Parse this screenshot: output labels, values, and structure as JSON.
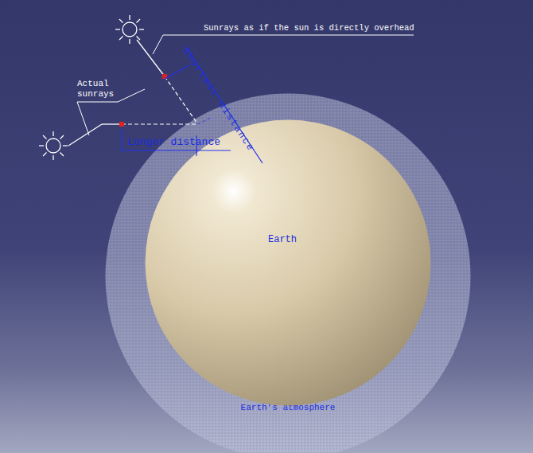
{
  "diagram": {
    "nodes": [
      {
        "text": [
          "Earth's atmosphere"
        ]
      },
      {
        "text": [
          "Earth"
        ],
        "in": 0
      }
    ],
    "labels": [
      "Sunrays as if the sun is directly overhead",
      "Actual sunrays",
      "Longer distance",
      "Shortest distance"
    ]
  }
}
